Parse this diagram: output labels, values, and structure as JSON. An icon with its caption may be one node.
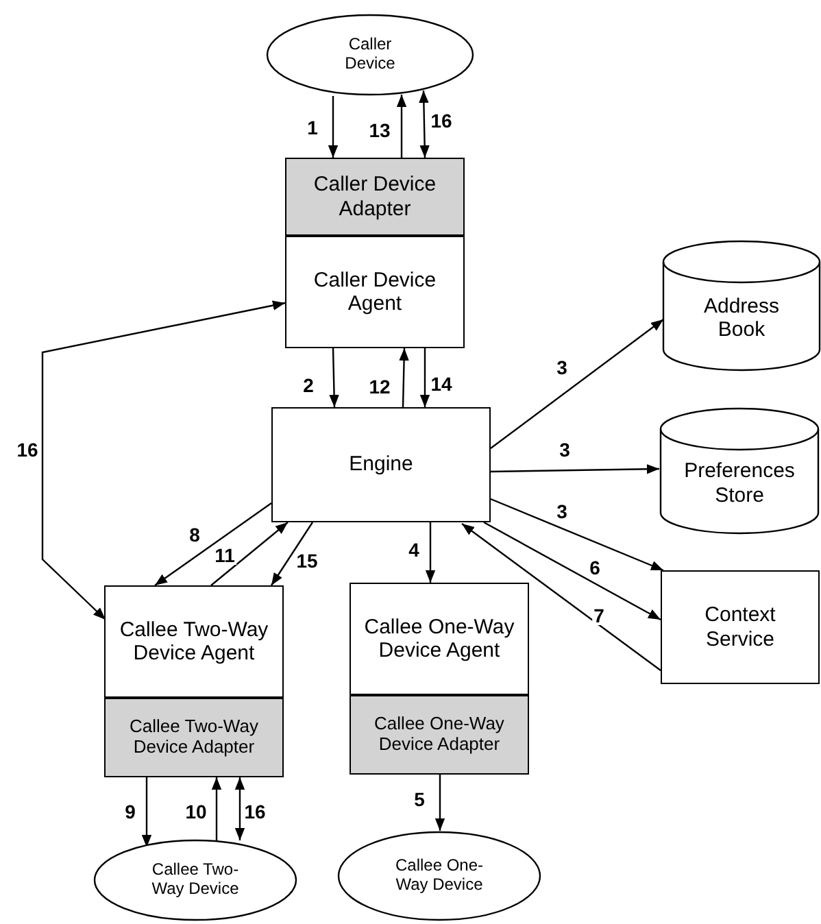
{
  "diagram": {
    "nodes": [
      {
        "text": [
          "Caller Device"
        ]
      },
      {
        "text": [
          "Caller Device Adapter"
        ]
      },
      {
        "text": [
          "Caller Device Agent"
        ]
      },
      {
        "text": [
          "Engine"
        ]
      },
      {
        "text": [
          "Address Book"
        ]
      },
      {
        "text": [
          "Preferences Store"
        ]
      },
      {
        "text": [
          "Callee Two-Way Device Agent"
        ]
      },
      {
        "text": [
          "Callee Two-Way Device Adapter"
        ]
      },
      {
        "text": [
          "Callee One-Way Device Agent"
        ]
      },
      {
        "text": [
          "Callee One-Way Device Adapter"
        ]
      },
      {
        "text": [
          "Context Service"
        ]
      },
      {
        "text": [
          "Callee Two-Way Device"
        ]
      },
      {
        "text": [
          "Callee One-Way Device"
        ]
      }
    ],
    "edges": [
      {
        "from": 0,
        "to": 1,
        "arrow": "to",
        "label": "1"
      },
      {
        "from": 1,
        "to": 0,
        "arrow": "to",
        "label": "13"
      },
      {
        "from": 0,
        "to": 1,
        "arrow": "both",
        "label": "16"
      },
      {
        "from": 2,
        "to": 3,
        "arrow": "to",
        "label": "2"
      },
      {
        "from": 3,
        "to": 2,
        "arrow": "to",
        "label": "12"
      },
      {
        "from": 2,
        "to": 3,
        "arrow": "to",
        "label": "14"
      },
      {
        "from": 3,
        "to": 4,
        "arrow": "to",
        "label": "3"
      },
      {
        "from": 3,
        "to": 5,
        "arrow": "to",
        "label": "3"
      },
      {
        "from": 3,
        "to": 10,
        "arrow": "to",
        "label": "3"
      },
      {
        "from": 3,
        "to": 8,
        "arrow": "to",
        "label": "4"
      },
      {
        "from": 9,
        "to": 12,
        "arrow": "to",
        "label": "5"
      },
      {
        "from": 3,
        "to": 10,
        "arrow": "to",
        "label": "6"
      },
      {
        "from": 10,
        "to": 3,
        "arrow": "to",
        "label": "7"
      },
      {
        "from": 3,
        "to": 6,
        "arrow": "to",
        "label": "8"
      },
      {
        "from": 6,
        "to": 3,
        "arrow": "to",
        "label": "11"
      },
      {
        "from": 3,
        "to": 6,
        "arrow": "to",
        "label": "15"
      },
      {
        "from": 7,
        "to": 11,
        "arrow": "to",
        "label": "9"
      },
      {
        "from": 11,
        "to": 7,
        "arrow": "to",
        "label": "10"
      },
      {
        "from": 7,
        "to": 11,
        "arrow": "both",
        "label": "16"
      },
      {
        "from": 2,
        "to": 6,
        "arrow": "both",
        "label": "16"
      }
    ]
  }
}
